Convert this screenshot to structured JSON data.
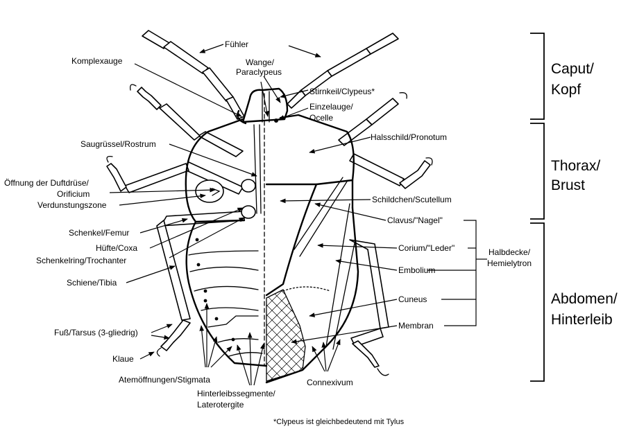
{
  "labels": {
    "fuehler": "Fühler",
    "komplexauge": "Komplexauge",
    "wange_1": "Wange/",
    "wange_2": "Paraclypeus",
    "stirnkeil": "Stirnkeil/Clypeus*",
    "einzelauge_1": "Einzelauge/",
    "einzelauge_2": "Ocelle",
    "halsschild": "Halsschild/Pronotum",
    "saugruessel": "Saugrüssel/Rostrum",
    "duftdruese_1": "Öffnung der Duftdrüse/",
    "duftdruese_2": "Orificium",
    "verdunstung": "Verdunstungszone",
    "schildchen": "Schildchen/Scutellum",
    "clavus": "Clavus/\"Nagel\"",
    "schenkel": "Schenkel/Femur",
    "huefte": "Hüfte/Coxa",
    "schenkelring": "Schenkelring/Trochanter",
    "corium": "Corium/\"Leder\"",
    "halbdecke_1": "Halbdecke/",
    "halbdecke_2": "Hemielytron",
    "embolium": "Embolium",
    "schiene": "Schiene/Tibia",
    "cuneus": "Cuneus",
    "membran": "Membran",
    "fuss": "Fuß/Tarsus (3-gliedrig)",
    "klaue": "Klaue",
    "atemoeffnungen": "Atemöffnungen/Stigmata",
    "hinterleib_1": "Hinterleibssegmente/",
    "hinterleib_2": "Laterotergite",
    "connexivum": "Connexivum"
  },
  "regions": {
    "caput_1": "Caput/",
    "caput_2": "Kopf",
    "thorax_1": "Thorax/",
    "thorax_2": "Brust",
    "abdomen_1": "Abdomen/",
    "abdomen_2": "Hinterleib"
  },
  "footnote": "*Clypeus ist gleichbedeutend mit Tylus"
}
